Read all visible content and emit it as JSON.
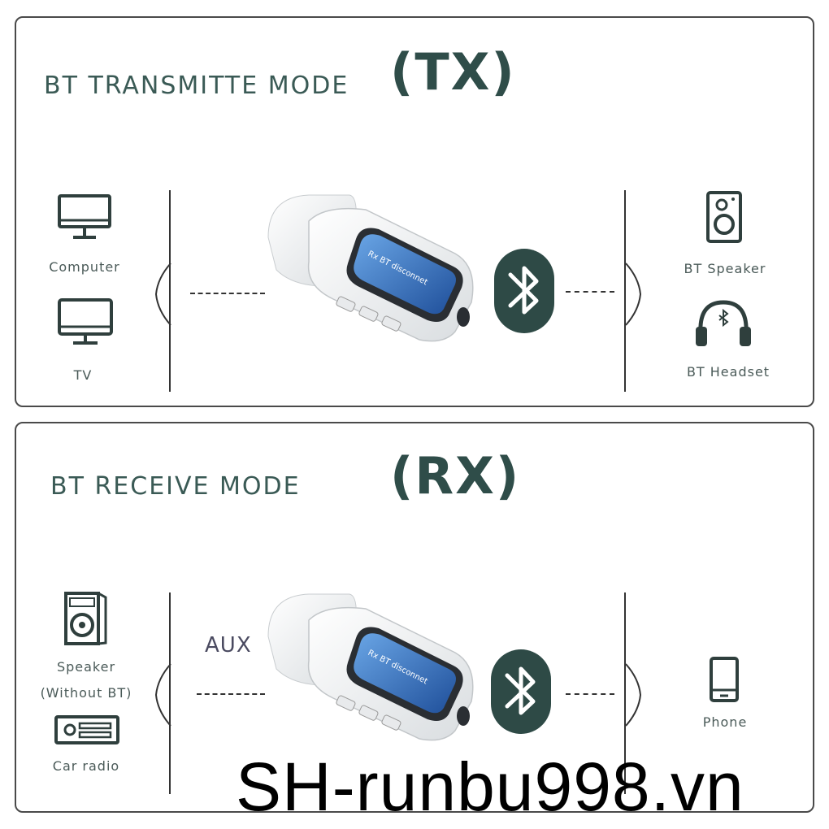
{
  "tx_panel": {
    "title": "BT TRANSMITTE MODE",
    "code": "(TX)",
    "left_devices": [
      {
        "label": "Computer",
        "icon": "computer-monitor-icon"
      },
      {
        "label": "TV",
        "icon": "tv-icon"
      }
    ],
    "right_devices": [
      {
        "label": "BT Speaker",
        "icon": "speaker-icon"
      },
      {
        "label": "BT Headset",
        "icon": "headset-icon"
      }
    ],
    "screen_text": "Rx BT disconnet"
  },
  "rx_panel": {
    "title": "BT RECEIVE MODE",
    "code": "(RX)",
    "aux_label": "AUX",
    "left_devices": [
      {
        "label": "Speaker",
        "label2": "(Without BT)",
        "icon": "bookshelf-speaker-icon"
      },
      {
        "label": "Car radio",
        "icon": "car-radio-icon"
      }
    ],
    "right_devices": [
      {
        "label": "Phone",
        "icon": "phone-icon"
      }
    ],
    "screen_text": "Rx BT disconnet"
  },
  "watermark": "SH-runbu998.vn",
  "colors": {
    "title": "#3a5a55",
    "code": "#2f4d49",
    "bluetooth_badge": "#2e4a46",
    "border": "#4a4a4a"
  }
}
